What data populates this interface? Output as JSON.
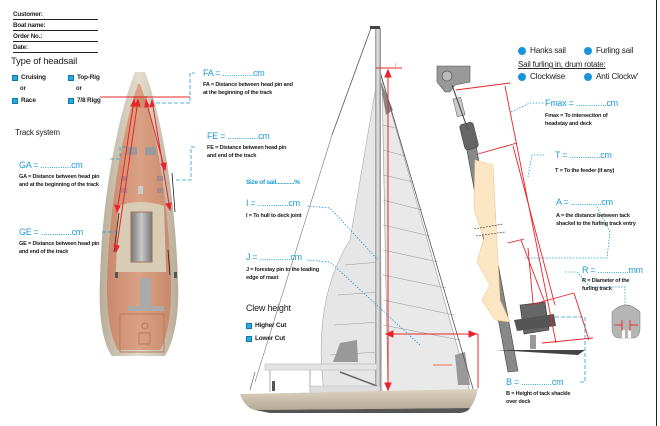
{
  "form": {
    "customer_label": "Customer:",
    "boat_name_label": "Boat name:",
    "order_no_label": "Order No.:",
    "date_label": "Date:"
  },
  "headsail_type": {
    "title": "Type of headsail",
    "options": [
      "Cruising",
      "Top-Rig",
      "Race",
      "7/8 Rigg"
    ],
    "or_label": "or"
  },
  "track_system": {
    "title": "Track system",
    "ga": {
      "label": "GA = ..............cm",
      "desc": "GA = Distance between head pin and at the beginning of the track"
    },
    "ge": {
      "label": "GE = ..............cm",
      "desc": "GE = Distance between head pin and end of the track"
    },
    "fa": {
      "label": "FA = ..............cm",
      "desc": "FA = Distance between head pin and at the beginning of the track"
    },
    "fe": {
      "label": "FE = ..............cm",
      "desc": "FE = Distance between head pin and end of the track"
    }
  },
  "sail": {
    "size_label": "Size of sail............%",
    "i": {
      "label": "I = ..............cm",
      "desc": "I = To hull to deck joint"
    },
    "j": {
      "label": "J = ..............cm",
      "desc": "J =  forestay pin to the leading edge of mast"
    },
    "mast_marker": "I"
  },
  "clew_height": {
    "title": "Clew height",
    "options": [
      "Higher Cut",
      "Lower Cut"
    ]
  },
  "sail_kind": {
    "options": [
      "Hanks sail",
      "Furling sail"
    ],
    "drum_title": "Sail furling in, drum rotate:",
    "drum_options": [
      "Clockwise",
      "Anti Clockw'"
    ]
  },
  "furler": {
    "fmax": {
      "label": "Fmax = ..............cm",
      "desc": "Fmax = To intersection of headstay and deck"
    },
    "t": {
      "label": "T = ..............cm",
      "desc": "T = To the feeder (if any)"
    },
    "a": {
      "label": "A = ..............cm",
      "desc": "A = the distance between tack shackel to the furling track entry"
    },
    "r": {
      "label": "R = ..............mm",
      "desc": "R = Diameter of the furling track"
    },
    "b": {
      "label": "B = ..............cm",
      "desc": "B = Height of tack shackle over deck"
    }
  },
  "colors": {
    "accent_blue": "#1f9ad6",
    "dimension_red": "#e8242a",
    "deck": "#d4967a",
    "hull": "#cfc6b4"
  }
}
